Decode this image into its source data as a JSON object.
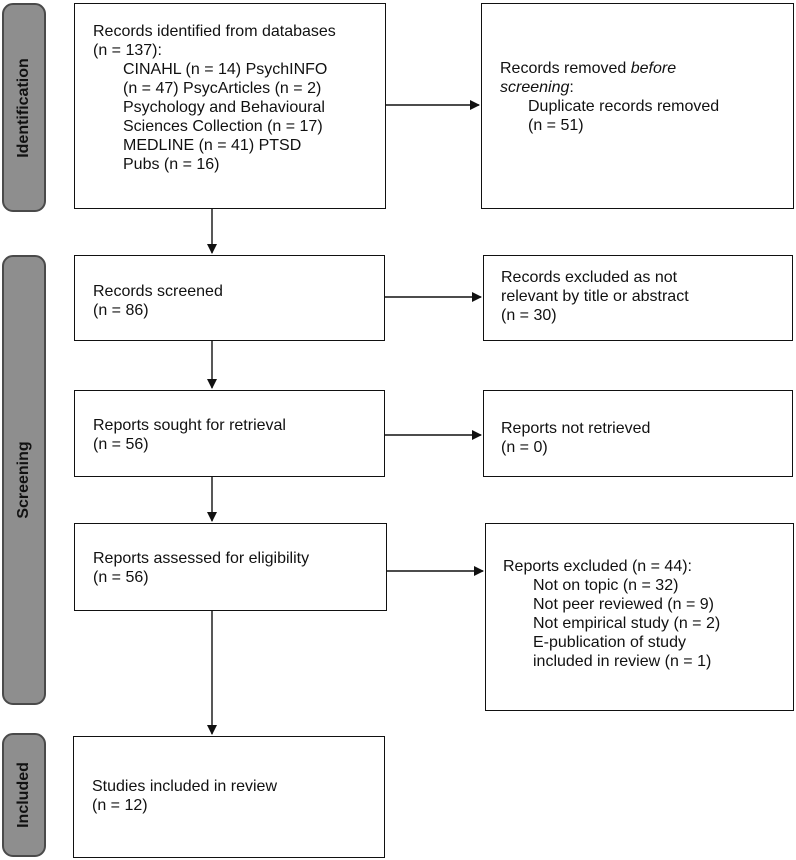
{
  "phases": {
    "identification": "Identification",
    "screening": "Screening",
    "included": "Included"
  },
  "boxes": {
    "records_identified": {
      "title": "Records identified from databases (n = 137):",
      "lines": [
        "CINAHL (n = 14) PsychINFO",
        "(n = 47) PsycArticles (n = 2)",
        "Psychology and Behavioural",
        "Sciences Collection (n = 17)",
        "MEDLINE (n = 41) PTSD",
        "Pubs (n = 16)"
      ]
    },
    "records_removed": {
      "title_pre": "Records removed ",
      "title_em": "before screening",
      "title_post": ":",
      "line1": "Duplicate records removed",
      "line2": "(n = 51)"
    },
    "records_screened": {
      "line1": "Records screened",
      "line2": "(n = 86)"
    },
    "records_excluded": {
      "line1": "Records excluded as not",
      "line2": "relevant by title or abstract",
      "line3": "(n = 30)"
    },
    "reports_sought": {
      "line1": "Reports sought for retrieval",
      "line2": "(n = 56)"
    },
    "reports_not_retrieved": {
      "line1": "Reports not retrieved",
      "line2": "(n = 0)"
    },
    "reports_assessed": {
      "line1": "Reports assessed for eligibility",
      "line2": "(n = 56)"
    },
    "reports_excluded": {
      "title": "Reports excluded (n = 44):",
      "lines": [
        "Not on topic (n = 32)",
        "Not peer reviewed (n = 9)",
        "Not empirical study (n = 2)",
        "E-publication of study",
        "included in review (n = 1)"
      ]
    },
    "studies_included": {
      "line1": "Studies included in review",
      "line2": "(n = 12)"
    }
  }
}
